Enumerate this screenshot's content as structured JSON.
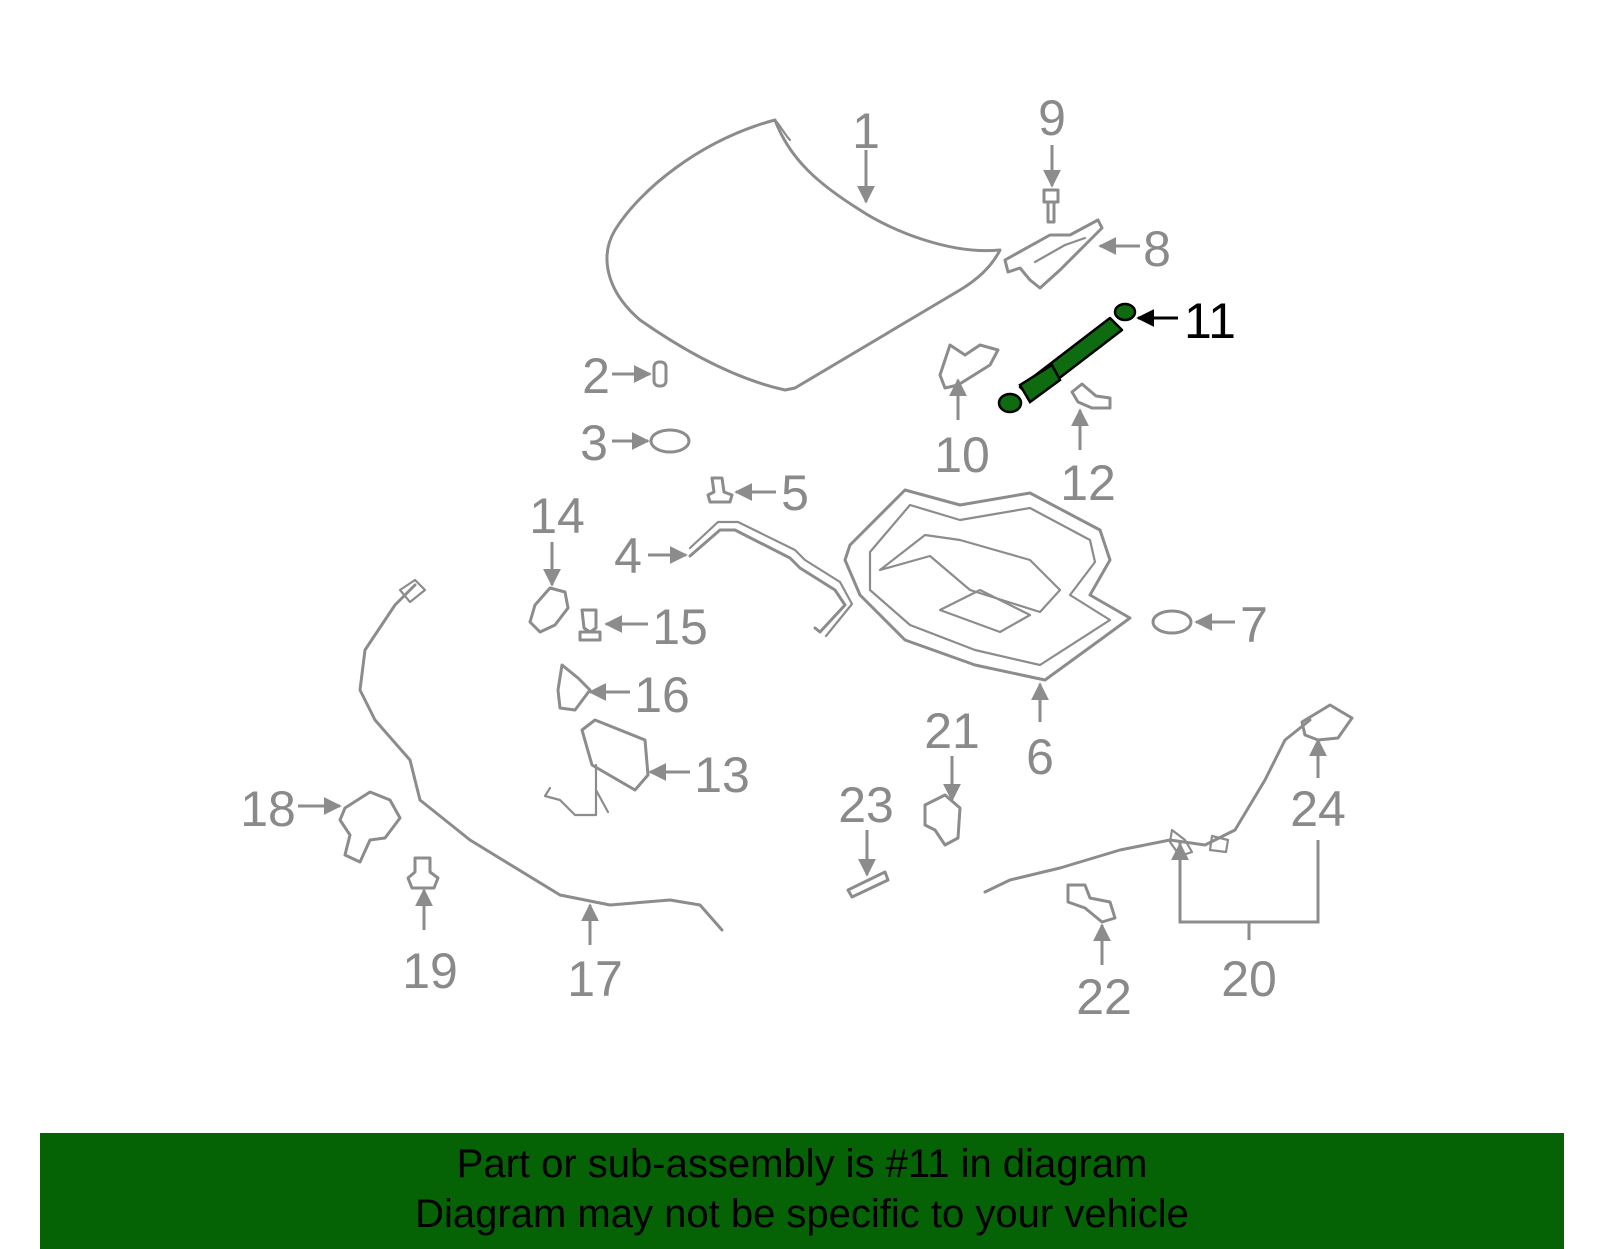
{
  "diagram": {
    "highlight_color": "#0f6b0f",
    "labels": [
      "1",
      "2",
      "3",
      "4",
      "5",
      "6",
      "7",
      "8",
      "9",
      "10",
      "11",
      "12",
      "13",
      "14",
      "15",
      "16",
      "17",
      "18",
      "19",
      "20",
      "21",
      "22",
      "23",
      "24"
    ],
    "highlighted_part": "11"
  },
  "banner": {
    "background": "#056205",
    "line1": "Part or sub-assembly is #11 in diagram",
    "line2": "Diagram may not be specific to your vehicle"
  }
}
